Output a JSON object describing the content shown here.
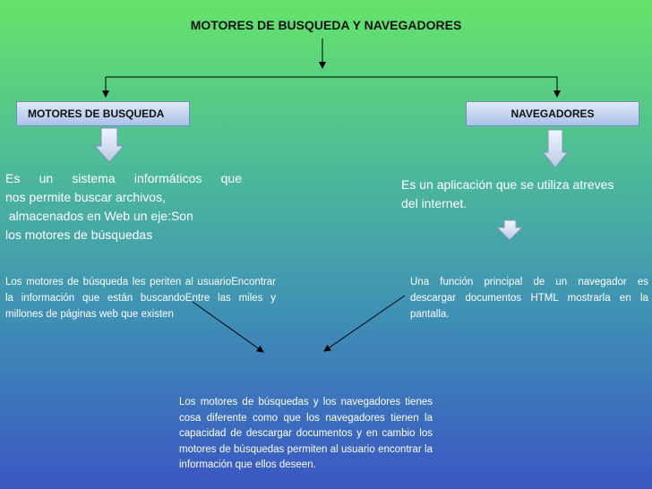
{
  "title": "MOTORES DE BUSQUEDA Y NAVEGADORES",
  "left": {
    "label": "MOTORES DE BUSQUEDA",
    "text1": [
      "Es un sistema informáticos que",
      "nos permite buscar archivos,",
      " almacenados en Web un eje:Son",
      "los motores de búsquedas"
    ],
    "text2": "Los motores de búsqueda les periten al usuarioEncontrar la información que están buscandoEntre las miles y millones de páginas web que existen"
  },
  "right": {
    "label": "NAVEGADORES",
    "text1": "Es un aplicación que se utiliza atreves del internet.",
    "text2": "Una función principal de un navegador es descargar documentos HTML mostrarla en la pantalla."
  },
  "conclusion": "Los motores de búsquedas y los navegadores tienes cosa diferente como que los navegadores tienen la capacidad de descargar documentos y en cambio los motores de búsquedas  permiten al usuario encontrar la información que ellos deseen.",
  "colors": {
    "box_fill": "#c6d8f2",
    "box_border": "#6f8ec4",
    "text_white": "#ffffff",
    "connector": "#000000"
  }
}
